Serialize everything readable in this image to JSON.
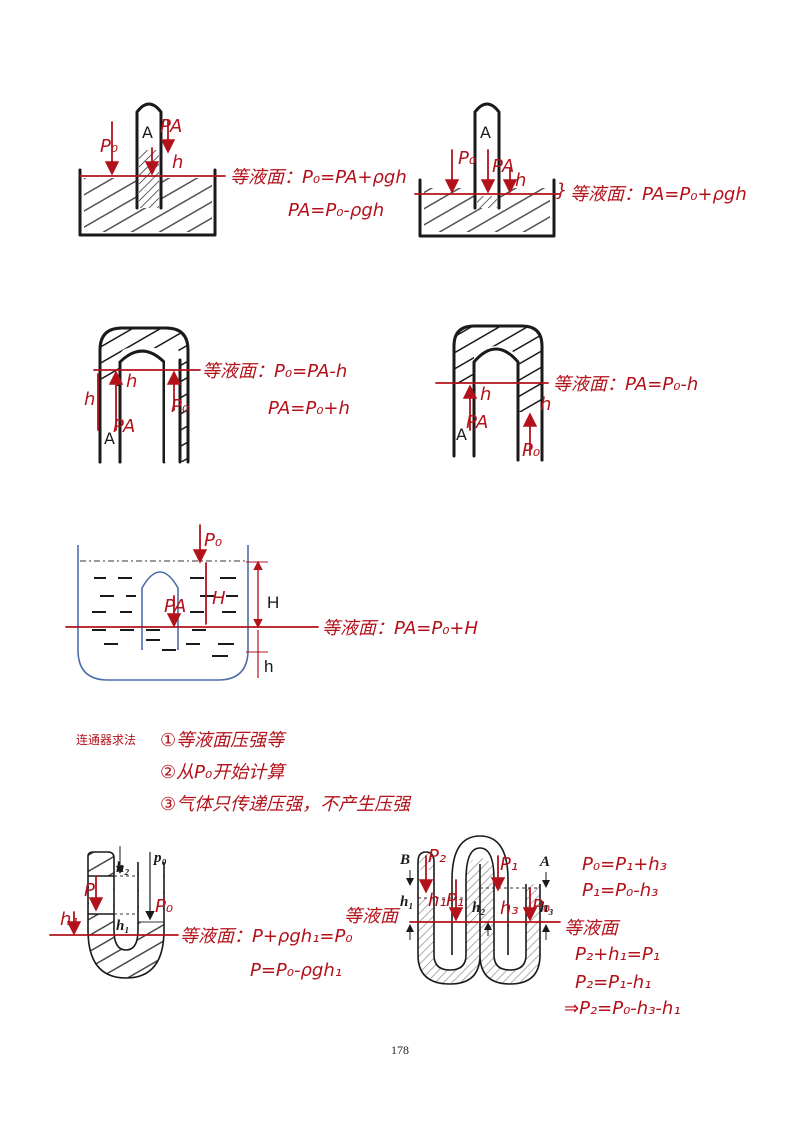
{
  "fig1": {
    "label_A": "A",
    "label_P0": "P₀",
    "label_PA": "PA",
    "label_h": "h",
    "eq1": "等液面：P₀=PA+ρgh",
    "eq2": "PA=P₀-ρgh"
  },
  "fig2": {
    "label_A": "A",
    "label_P0": "P₀",
    "label_PA": "PA",
    "label_h": "h",
    "eq1": "等液面：PA=P₀+ρgh"
  },
  "fig3": {
    "label_A": "A",
    "label_h_small": "h",
    "label_h_left": "h",
    "label_PA": "PA",
    "label_P0": "P₀",
    "eq1": "等液面：P₀=PA-h",
    "eq2": "PA=P₀+h"
  },
  "fig4": {
    "label_A": "A",
    "label_h_small": "h",
    "label_h_right": "h",
    "label_PA": "PA",
    "label_P0": "P₀",
    "eq1": "等液面：PA=P₀-h"
  },
  "fig5": {
    "label_P0": "P₀",
    "label_PA": "PA",
    "label_H_small": "H",
    "label_H": "H",
    "label_h": "h",
    "eq1": "等液面：PA=P₀+H"
  },
  "method": {
    "title": "连通器求法",
    "step1": "①等液面压强等",
    "step2": "②从P₀开始计算",
    "step3": "③气体只传递压强，不产生压强"
  },
  "fig6": {
    "label_h2": "h₂",
    "label_h1": "h₁",
    "label_p0": "p₀",
    "label_P": "P",
    "label_P0_red": "P₀",
    "label_h1_red": "h₁",
    "eq1": "等液面：P+ρgh₁=P₀",
    "eq2": "P=P₀-ρgh₁"
  },
  "fig7": {
    "label_B": "B",
    "label_A": "A",
    "label_h1": "h₁",
    "label_h2": "h₂",
    "label_h3": "h₃",
    "label_P2": "P₂",
    "label_P1a": "P₁",
    "label_P1b": "P₁",
    "label_P1c": "P₁",
    "label_h1_red": "h₁",
    "label_h3_red": "h₃",
    "label_P0": "P₀",
    "left_eq_label": "等液面",
    "right_eq_label": "等液面",
    "eq1": "P₀=P₁+h₃",
    "eq2": "P₁=P₀-h₃",
    "eq3": "P₂+h₁=P₁",
    "eq4": "P₂=P₁-h₁",
    "eq5": "⇒P₂=P₀-h₃-h₁"
  },
  "page_number": "178"
}
